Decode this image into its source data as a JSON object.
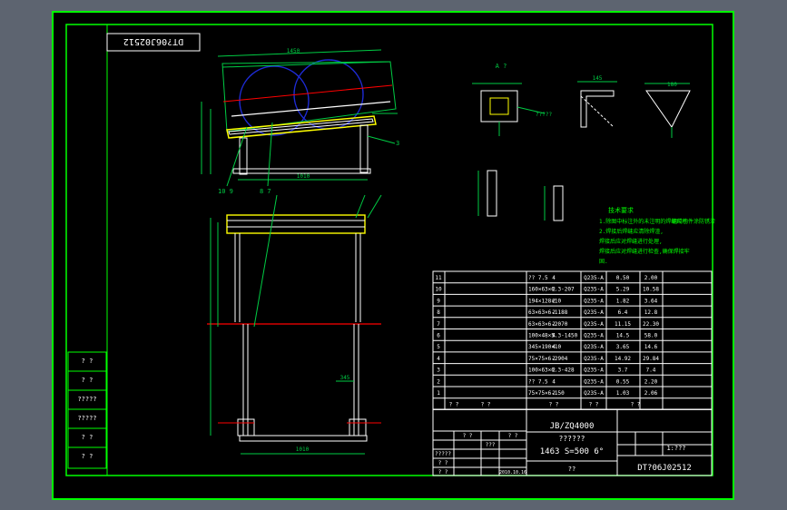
{
  "colors": {
    "background": "#5d6470",
    "paper": "#000000",
    "border": "#00ff00",
    "dim": "#00cc44",
    "white": "#ffffff",
    "yellow": "#ffff00",
    "red": "#ff0000",
    "blue": "#1e2bd6",
    "cyan": "#00e5ff"
  },
  "drawing": {
    "rotated_code": "DT?06J02512",
    "view_label": "A ?",
    "tech_title": "技术要求",
    "tech_notes": [
      "1.除图中标注外的未注明的焊缝尺寸",
      "2.焊接后焊缝应清除焊渣,",
      "焊接后应对焊缝进行处理,",
      "焊接后应对焊缝进行检查,确保焊接牢",
      "固."
    ],
    "tech_notes_right": "钢结构件涂防锈漆",
    "top_dims": [
      "1450",
      "180",
      "2"
    ],
    "front_dim": "1010",
    "side_dim": "345",
    "section_dim_a": "180",
    "section_dim_b": "145"
  },
  "bom": [
    {
      "no": "11",
      "name": "?? 7.5",
      "qty": "4",
      "material": "Q235-A",
      "unit": "0.50",
      "total": "2.00"
    },
    {
      "no": "10",
      "name": "160×63×6.3-207",
      "qty": "2",
      "material": "Q235-A",
      "unit": "5.29",
      "total": "10.58"
    },
    {
      "no": "9",
      "name": "194×128×10",
      "qty": "2",
      "material": "Q235-A",
      "unit": "1.82",
      "total": "3.64"
    },
    {
      "no": "8",
      "name": "63×63×6-1188",
      "qty": "2",
      "material": "Q235-A",
      "unit": "6.4",
      "total": "12.8"
    },
    {
      "no": "7",
      "name": "63×63×6-2070",
      "qty": "2",
      "material": "Q235-A",
      "unit": "11.15",
      "total": "22.30"
    },
    {
      "no": "6",
      "name": "100×48×5.3-1450",
      "qty": "4",
      "material": "Q235-A",
      "unit": "14.5",
      "total": "58.0"
    },
    {
      "no": "5",
      "name": "345×190×10",
      "qty": "4",
      "material": "Q235-A",
      "unit": "3.65",
      "total": "14.6"
    },
    {
      "no": "4",
      "name": "75×75×6-2904",
      "qty": "2",
      "material": "Q235-A",
      "unit": "14.92",
      "total": "29.84"
    },
    {
      "no": "3",
      "name": "100×63×6.3-428",
      "qty": "2",
      "material": "Q235-A",
      "unit": "3.7",
      "total": "7.4"
    },
    {
      "no": "2",
      "name": "?? 7.5",
      "qty": "4",
      "material": "Q235-A",
      "unit": "0.55",
      "total": "2.20"
    },
    {
      "no": "1",
      "name": "75×75×6-150",
      "qty": "2",
      "material": "Q235-A",
      "unit": "1.03",
      "total": "2.06"
    }
  ],
  "bom_header": [
    "? ?",
    "? ?",
    "? ?",
    "? ?",
    "? ?"
  ],
  "title_block": {
    "standard": "JB/ZQ4000",
    "name_line": "??????",
    "spec": "1463 S=500 6°",
    "drawing_no": "DT?06J02512",
    "scale": "1:???",
    "sheet": "??"
  },
  "left_stamps": [
    "? ?",
    "? ?",
    "?????",
    "?????",
    "? ?",
    "? ?"
  ],
  "bottom_labels": [
    "? ?",
    "? ?",
    "? ?",
    "???",
    "2010.10.16",
    "?????",
    "? ?"
  ]
}
